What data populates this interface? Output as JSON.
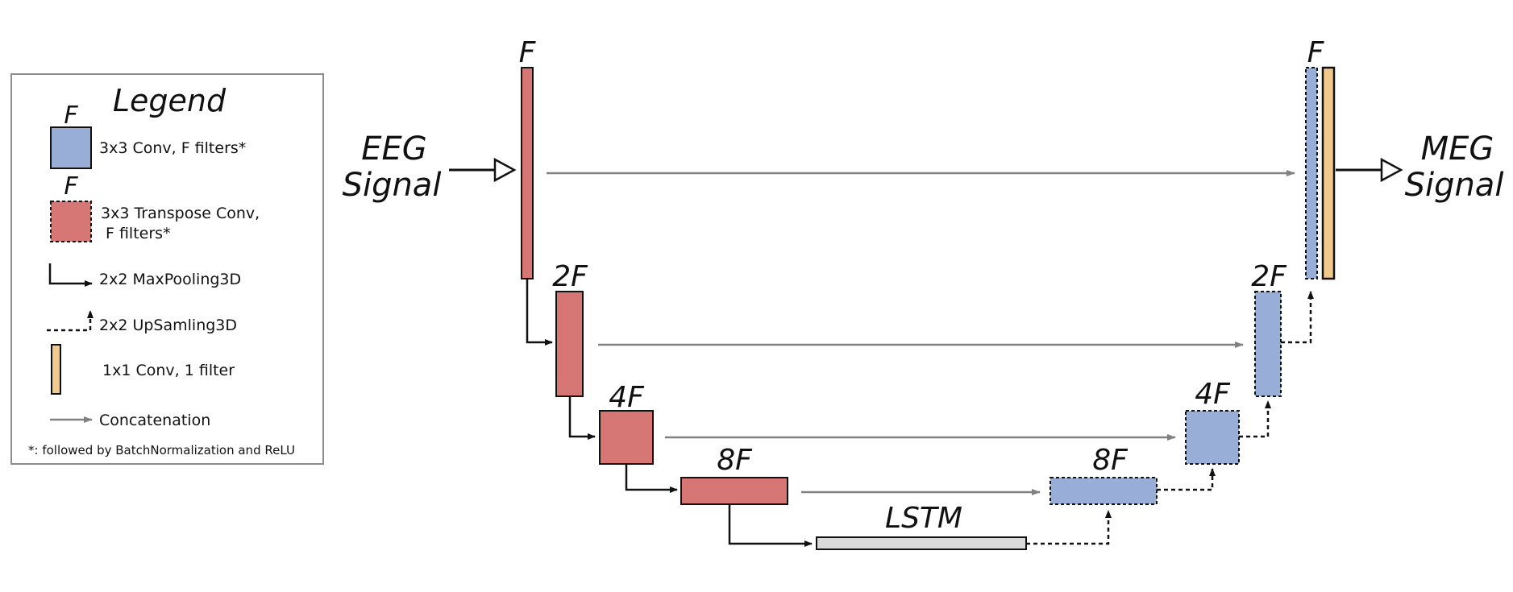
{
  "colors": {
    "conv": "#98aed6",
    "transpose": "#d67775",
    "conv1x1": "#f2c98c",
    "lstm": "#d9d9d9",
    "stroke": "#111111",
    "concat": "#808080"
  },
  "legend": {
    "title": "Legend",
    "conv_f": "F",
    "conv": "3x3 Conv, F filters*",
    "transpose_f": "F",
    "transpose_line1": "3x3 Transpose Conv,",
    "transpose_line2": "F filters*",
    "maxpool": "2x2 MaxPooling3D",
    "upsample": "2x2 UpSamling3D",
    "conv1x1": "1x1 Conv, 1 filter",
    "concat": "Concatenation",
    "footnote": "*: followed by BatchNormalization and ReLU"
  },
  "input": {
    "line1": "EEG",
    "line2": "Signal"
  },
  "output": {
    "line1": "MEG",
    "line2": "Signal"
  },
  "encoder_labels": [
    "F",
    "2F",
    "4F",
    "8F"
  ],
  "decoder_labels": [
    "8F",
    "4F",
    "2F",
    "F"
  ],
  "bottleneck": "LSTM"
}
